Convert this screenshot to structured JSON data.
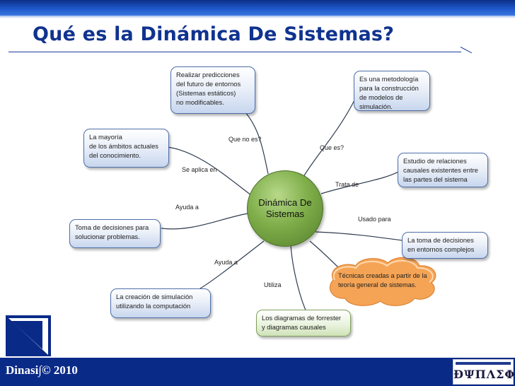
{
  "slide": {
    "title": "Qué es la Dinámica De Sistemas?",
    "footer": "Dinasi∫© 2010",
    "logo_text": "ÐΨΠΛΣΦ",
    "colors": {
      "title": "#10338f",
      "bars": "#0a2a88",
      "center": "#6f9e3e"
    }
  },
  "diagram": {
    "center": [
      "Dinámica De",
      "Sistemas"
    ],
    "nodes": {
      "predicciones": [
        "Realizar predicciones",
        "del futuro de entornos",
        "(Sistemas estáticos)",
        "no modificables."
      ],
      "metodologia": [
        "Es una metodología",
        "para la construcción",
        "de modelos de",
        "simulación."
      ],
      "mayoria": [
        "La mayoría",
        "de los ámbitos actuales",
        "del conocimiento."
      ],
      "relaciones": [
        "Estudio de relaciones",
        "causales existentes entre",
        "las partes del sistema"
      ],
      "toma": [
        "Toma de decisiones para",
        "solucionar problemas."
      ],
      "toma_entornos": [
        "La toma de decisiones",
        "en entornos complejos"
      ],
      "creacion": [
        "La creación de simulación",
        "utilizando la computación"
      ],
      "diagramas": [
        "Los diagramas de forrester",
        "y diagramas causales"
      ],
      "tecnicas": [
        "Técnicas creadas a partir de la",
        "teoría general de sistemas."
      ]
    },
    "links": {
      "que_no_es": "Que no es?",
      "que_es": "Que es?",
      "se_aplica": "Se aplica en",
      "trata_de": "Trata de",
      "ayuda_a_1": "Ayuda a",
      "usado_para": "Usado para",
      "ayuda_a_2": "Ayuda a",
      "utiliza": "Utiliza"
    }
  }
}
